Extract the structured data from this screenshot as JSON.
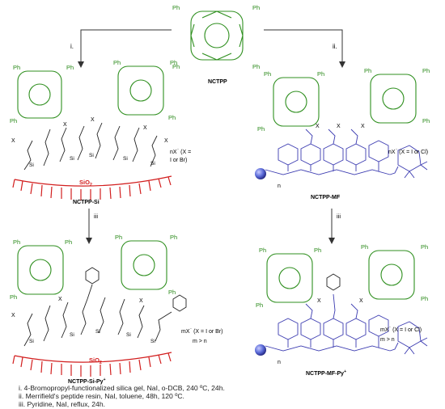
{
  "center": {
    "title": "NCTPP"
  },
  "steps": {
    "i": "i.",
    "ii": "ii.",
    "iii_left": "iii",
    "iii_right": "iii"
  },
  "substituents": {
    "ph": "Ph",
    "x": "X",
    "si": "Si",
    "sio2": "SiO",
    "sio2_sub": "2",
    "n_index": "n"
  },
  "panels": {
    "top_left": {
      "label": "NCTPP-Si",
      "counter": "nX",
      "counter_sup": "⁻",
      "counter_rest": " (X =",
      "counter_line2": "I or Br)"
    },
    "top_right": {
      "label": "NCTPP-MF",
      "counter": "nX",
      "counter_sup": "⁻",
      "counter_rest": " (X = I or Cl)"
    },
    "bottom_left": {
      "label": "NCTPP-Si-Py",
      "label_sup": "+",
      "counter": "mX",
      "counter_sup": "⁻",
      "counter_rest": " (X = I or Br)",
      "relation": "m > n"
    },
    "bottom_right": {
      "label": "NCTPP-MF-Py",
      "label_sup": "+",
      "counter": "mX",
      "counter_sup": "⁻",
      "counter_rest": " (X = I or Cl)",
      "relation": "m > n"
    }
  },
  "footnotes": [
    "i. 4-Bromopropyl-functionalized silica gel, NaI, o-DCB, 240 ºC, 24h.",
    "ii. Merrifield's peptide resin, NaI, toluene, 48h, 120 ºC.",
    "iii. Pyridine, NaI, reflux, 24h."
  ],
  "colors": {
    "porphyrin": "#2f8f1f",
    "silica": "#d21e1e",
    "resin": "#3a3ab0",
    "bead": "#5a6ad8"
  }
}
